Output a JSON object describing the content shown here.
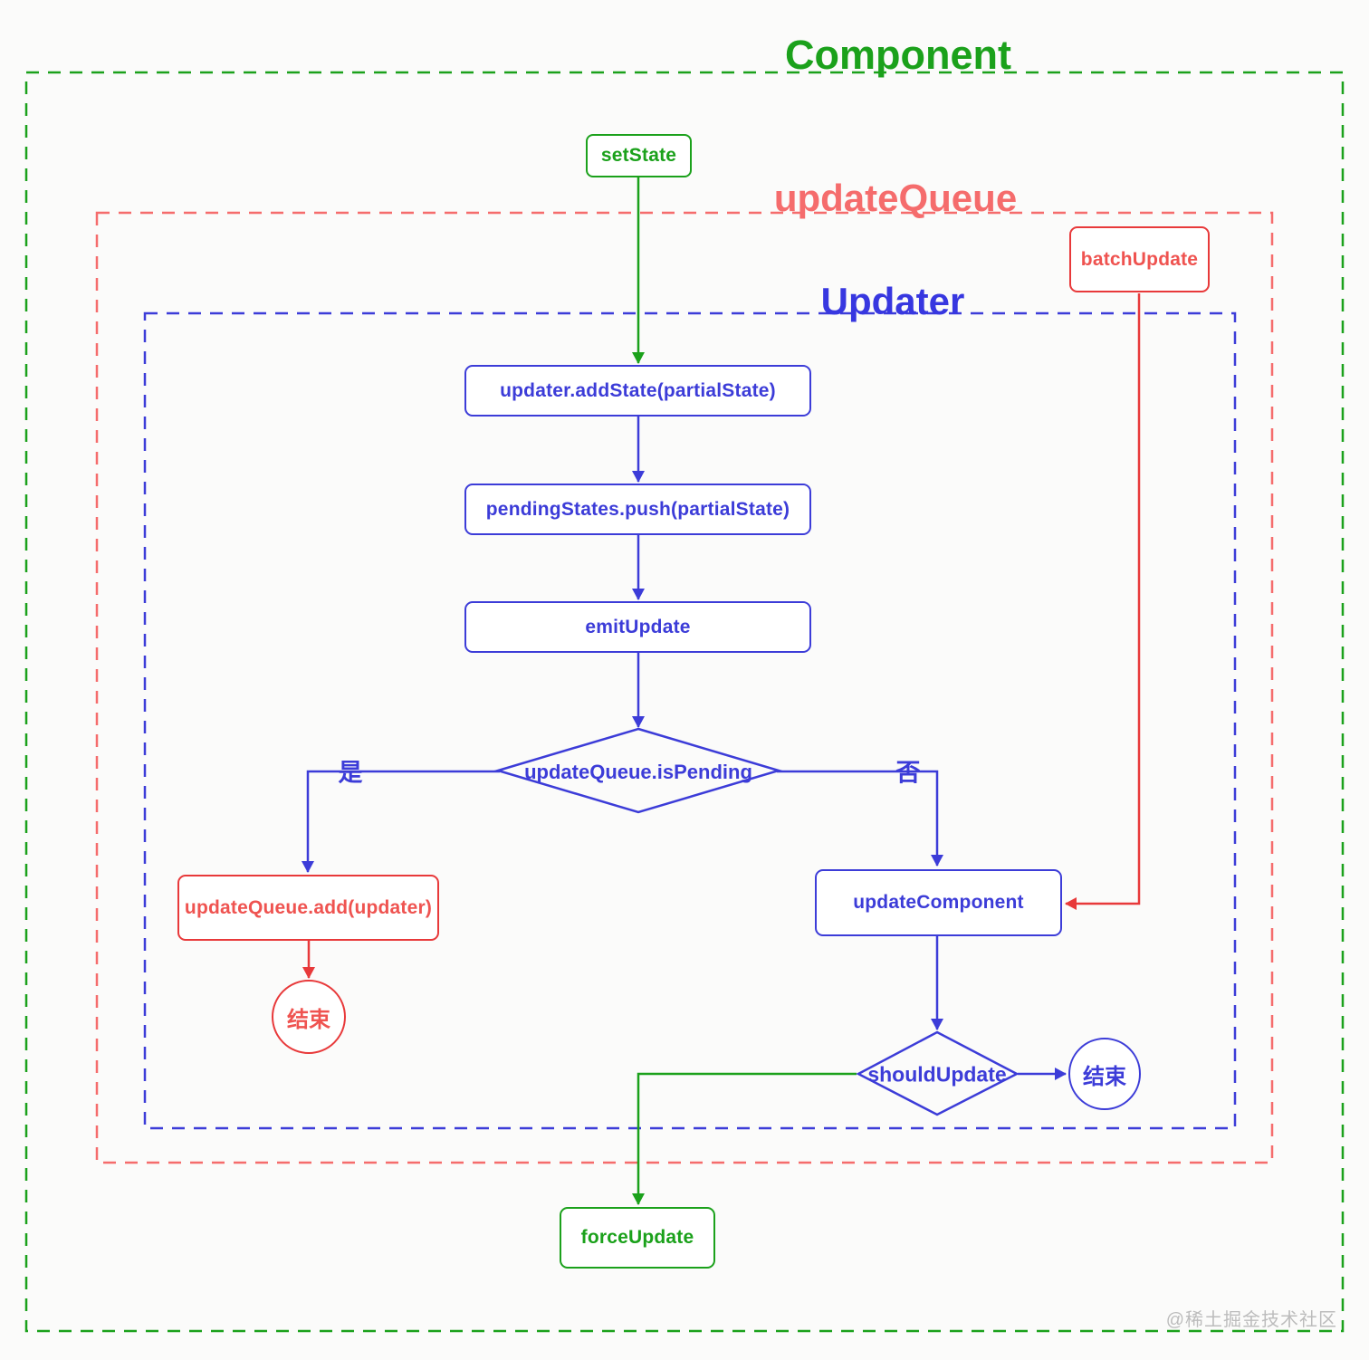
{
  "diagram": {
    "containers": {
      "component": "Component",
      "update_queue": "updateQueue",
      "updater": "Updater"
    },
    "nodes": {
      "set_state": "setState",
      "batch_update": "batchUpdate",
      "add_state": "updater.addState(partialState)",
      "pending_states": "pendingStates.push(partialState)",
      "emit_update": "emitUpdate",
      "is_pending": "updateQueue.isPending",
      "queue_add": "updateQueue.add(updater)",
      "end_queue": "结束",
      "update_component": "updateComponent",
      "should_update": "shouldUpdate",
      "end_update": "结束",
      "force_update": "forceUpdate"
    },
    "edge_labels": {
      "yes": "是",
      "no": "否"
    },
    "colors": {
      "green": "#1ba11b",
      "blue": "#3c3cd8",
      "red": "#e8393a",
      "salmon": "#f56c6c"
    },
    "watermark": "@稀土掘金技术社区"
  }
}
